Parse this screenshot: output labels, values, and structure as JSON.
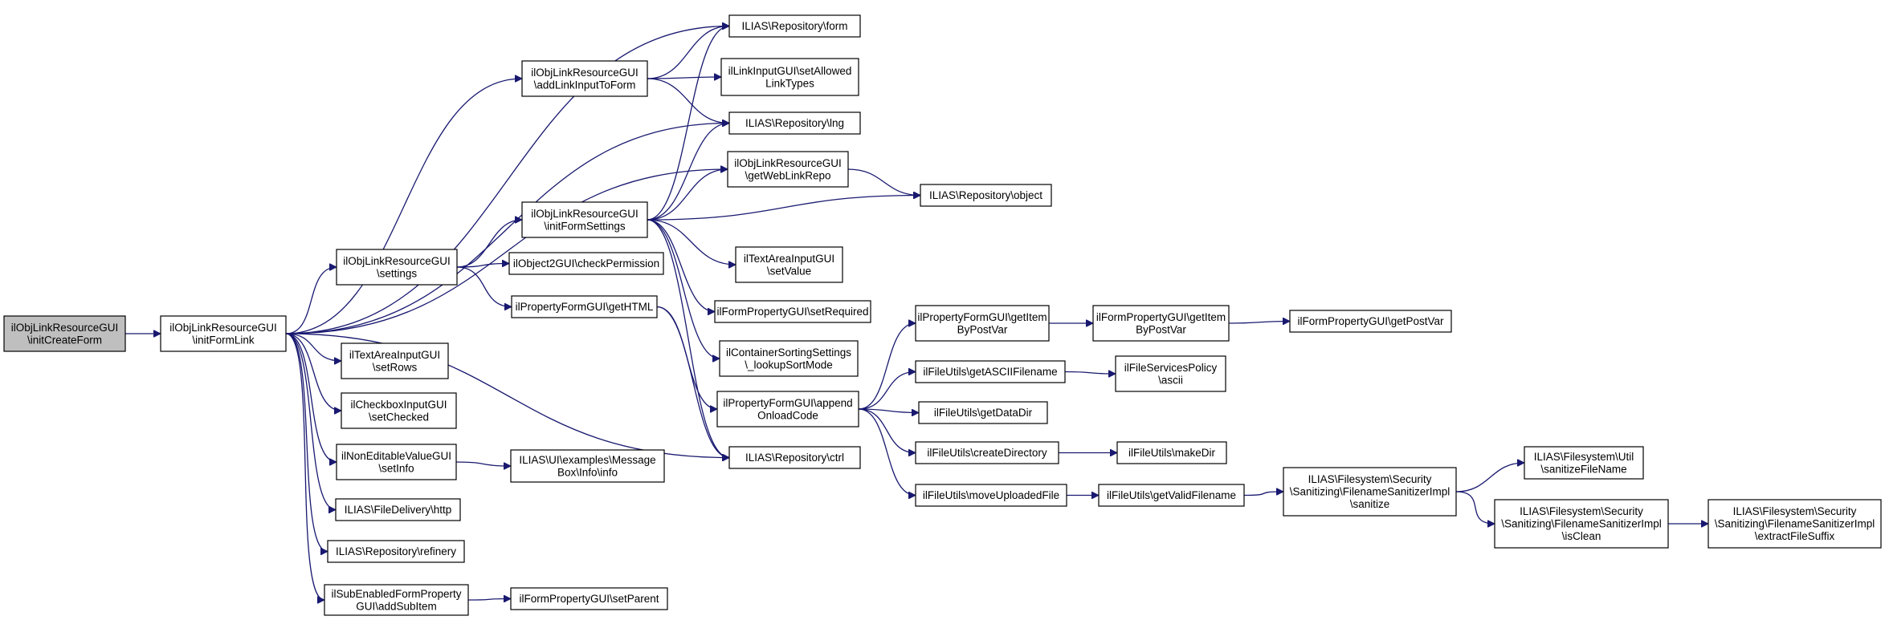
{
  "diagram": {
    "type": "call-graph",
    "colors": {
      "edge": "#191970",
      "node_border": "#000000",
      "root_fill": "#bfbfbf",
      "node_fill": "#ffffff"
    },
    "nodes": [
      {
        "id": "n0",
        "lines": [
          "ilObjLinkResourceGUI",
          "\\initCreateForm"
        ],
        "root": true
      },
      {
        "id": "n1",
        "lines": [
          "ilObjLinkResourceGUI",
          "\\initFormLink"
        ]
      },
      {
        "id": "n2",
        "lines": [
          "ILIAS\\Repository\\form"
        ]
      },
      {
        "id": "n3",
        "lines": [
          "ilObjLinkResourceGUI",
          "\\addLinkInputToForm"
        ]
      },
      {
        "id": "n4",
        "lines": [
          "ilLinkInputGUI\\setAllowed",
          "LinkTypes"
        ]
      },
      {
        "id": "n5",
        "lines": [
          "ILIAS\\Repository\\lng"
        ]
      },
      {
        "id": "n6",
        "lines": [
          "ilObjLinkResourceGUI",
          "\\getWebLinkRepo"
        ]
      },
      {
        "id": "n7",
        "lines": [
          "ILIAS\\Repository\\object"
        ]
      },
      {
        "id": "n8",
        "lines": [
          "ilObjLinkResourceGUI",
          "\\initFormSettings"
        ]
      },
      {
        "id": "n9",
        "lines": [
          "ilObjLinkResourceGUI",
          "\\settings"
        ]
      },
      {
        "id": "n10",
        "lines": [
          "ilObject2GUI\\checkPermission"
        ]
      },
      {
        "id": "n11",
        "lines": [
          "ilTextAreaInputGUI",
          "\\setValue"
        ]
      },
      {
        "id": "n12",
        "lines": [
          "ilFormPropertyGUI\\setRequired"
        ]
      },
      {
        "id": "n13",
        "lines": [
          "ilPropertyFormGUI\\getHTML"
        ]
      },
      {
        "id": "n14",
        "lines": [
          "ilContainerSortingSettings",
          "\\_lookupSortMode"
        ]
      },
      {
        "id": "n15",
        "lines": [
          "ilTextAreaInputGUI",
          "\\setRows"
        ]
      },
      {
        "id": "n16",
        "lines": [
          "ilCheckboxInputGUI",
          "\\setChecked"
        ]
      },
      {
        "id": "n17",
        "lines": [
          "ilNonEditableValueGUI",
          "\\setInfo"
        ]
      },
      {
        "id": "n18",
        "lines": [
          "ILIAS\\UI\\examples\\Message",
          "Box\\Info\\info"
        ]
      },
      {
        "id": "n19",
        "lines": [
          "ILIAS\\Repository\\ctrl"
        ]
      },
      {
        "id": "n20",
        "lines": [
          "ILIAS\\FileDelivery\\http"
        ]
      },
      {
        "id": "n21",
        "lines": [
          "ILIAS\\Repository\\refinery"
        ]
      },
      {
        "id": "n22",
        "lines": [
          "ilSubEnabledFormProperty",
          "GUI\\addSubItem"
        ]
      },
      {
        "id": "n23",
        "lines": [
          "ilFormPropertyGUI\\setParent"
        ]
      },
      {
        "id": "n24",
        "lines": [
          "ilPropertyFormGUI\\append",
          "OnloadCode"
        ]
      },
      {
        "id": "n25",
        "lines": [
          "ilPropertyFormGUI\\getItem",
          "ByPostVar"
        ]
      },
      {
        "id": "n26",
        "lines": [
          "ilFormPropertyGUI\\getItem",
          "ByPostVar"
        ]
      },
      {
        "id": "n27",
        "lines": [
          "ilFormPropertyGUI\\getPostVar"
        ]
      },
      {
        "id": "n28",
        "lines": [
          "ilFileUtils\\getASCIIFilename"
        ]
      },
      {
        "id": "n29",
        "lines": [
          "ilFileServicesPolicy",
          "\\ascii"
        ]
      },
      {
        "id": "n30",
        "lines": [
          "ilFileUtils\\getDataDir"
        ]
      },
      {
        "id": "n31",
        "lines": [
          "ilFileUtils\\createDirectory"
        ]
      },
      {
        "id": "n32",
        "lines": [
          "ilFileUtils\\makeDir"
        ]
      },
      {
        "id": "n33",
        "lines": [
          "ilFileUtils\\moveUploadedFile"
        ]
      },
      {
        "id": "n34",
        "lines": [
          "ilFileUtils\\getValidFilename"
        ]
      },
      {
        "id": "n35",
        "lines": [
          "ILIAS\\Filesystem\\Security",
          "\\Sanitizing\\FilenameSanitizerImpl",
          "\\sanitize"
        ]
      },
      {
        "id": "n36",
        "lines": [
          "ILIAS\\Filesystem\\Util",
          "\\sanitizeFileName"
        ]
      },
      {
        "id": "n37",
        "lines": [
          "ILIAS\\Filesystem\\Security",
          "\\Sanitizing\\FilenameSanitizerImpl",
          "\\isClean"
        ]
      },
      {
        "id": "n38",
        "lines": [
          "ILIAS\\Filesystem\\Security",
          "\\Sanitizing\\FilenameSanitizerImpl",
          "\\extractFileSuffix"
        ]
      }
    ],
    "edges": [
      [
        "n0",
        "n1"
      ],
      [
        "n1",
        "n2"
      ],
      [
        "n1",
        "n3"
      ],
      [
        "n1",
        "n5"
      ],
      [
        "n1",
        "n6"
      ],
      [
        "n1",
        "n9"
      ],
      [
        "n1",
        "n15"
      ],
      [
        "n1",
        "n16"
      ],
      [
        "n1",
        "n17"
      ],
      [
        "n1",
        "n19"
      ],
      [
        "n1",
        "n20"
      ],
      [
        "n1",
        "n21"
      ],
      [
        "n1",
        "n22"
      ],
      [
        "n3",
        "n2"
      ],
      [
        "n3",
        "n4"
      ],
      [
        "n3",
        "n5"
      ],
      [
        "n6",
        "n7"
      ],
      [
        "n8",
        "n2"
      ],
      [
        "n8",
        "n5"
      ],
      [
        "n8",
        "n6"
      ],
      [
        "n8",
        "n7"
      ],
      [
        "n8",
        "n11"
      ],
      [
        "n8",
        "n12"
      ],
      [
        "n8",
        "n14"
      ],
      [
        "n8",
        "n19"
      ],
      [
        "n9",
        "n8"
      ],
      [
        "n9",
        "n10"
      ],
      [
        "n9",
        "n13"
      ],
      [
        "n13",
        "n24"
      ],
      [
        "n13",
        "n19"
      ],
      [
        "n17",
        "n18"
      ],
      [
        "n22",
        "n23"
      ],
      [
        "n24",
        "n25"
      ],
      [
        "n24",
        "n28"
      ],
      [
        "n24",
        "n30"
      ],
      [
        "n24",
        "n31"
      ],
      [
        "n24",
        "n33"
      ],
      [
        "n25",
        "n26"
      ],
      [
        "n26",
        "n27"
      ],
      [
        "n28",
        "n29"
      ],
      [
        "n31",
        "n32"
      ],
      [
        "n33",
        "n34"
      ],
      [
        "n34",
        "n35"
      ],
      [
        "n35",
        "n36"
      ],
      [
        "n35",
        "n37"
      ],
      [
        "n37",
        "n38"
      ]
    ]
  }
}
